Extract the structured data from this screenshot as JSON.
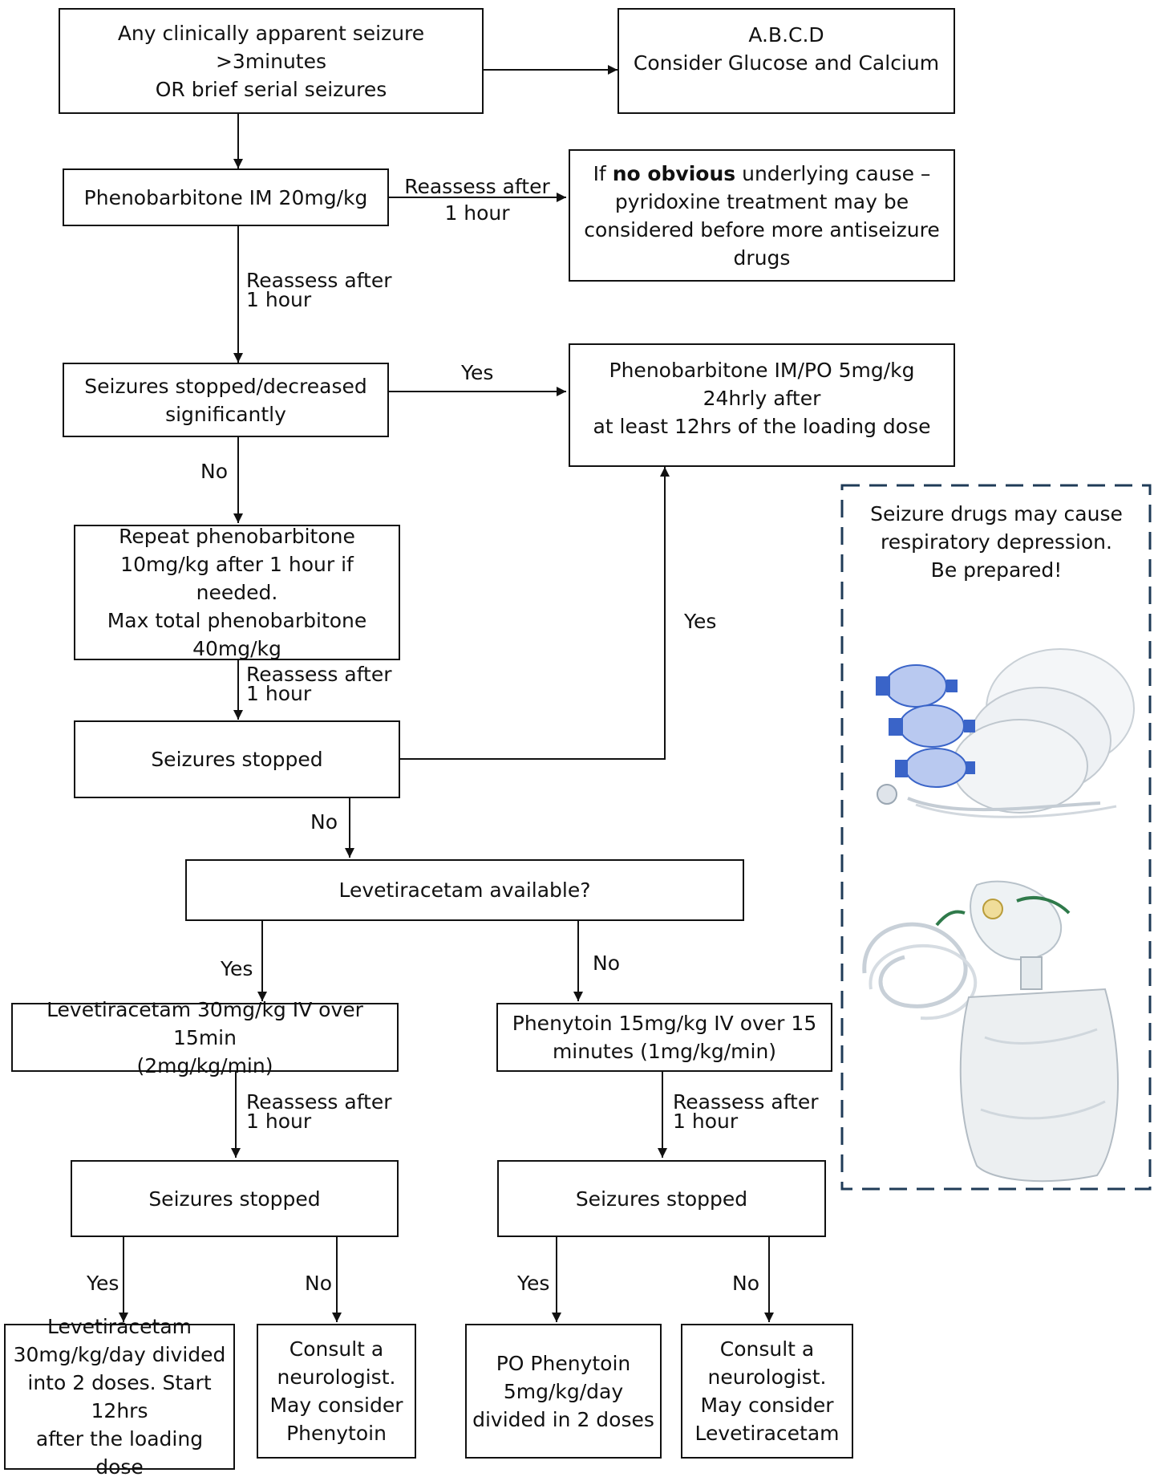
{
  "colors": {
    "line": "#111111",
    "warning_border": "#1f3b57",
    "bag_blue": "#3a64c8"
  },
  "boxes": {
    "start": [
      "Any clinically apparent seizure >3minutes",
      "OR brief serial seizures"
    ],
    "abcd": [
      "A.B.C.D",
      "Consider Glucose and Calcium"
    ],
    "pheno_im": [
      "Phenobarbitone IM 20mg/kg"
    ],
    "pyridoxine": {
      "pre": "If ",
      "bold": "no obvious",
      "post": " underlying cause –",
      "rest": [
        "pyridoxine treatment may be",
        "considered before more antiseizure",
        "drugs"
      ]
    },
    "stopped_decreased": [
      "Seizures stopped/decreased",
      "significantly"
    ],
    "maintenance": [
      "Phenobarbitone IM/PO 5mg/kg",
      "24hrly after",
      "at least 12hrs of the loading dose"
    ],
    "repeat_pheno": [
      "Repeat phenobarbitone",
      "10mg/kg after 1 hour if needed.",
      "Max total phenobarbitone",
      "40mg/kg"
    ],
    "stopped_1": [
      "Seizures stopped"
    ],
    "leve_available": [
      "Levetiracetam available?"
    ],
    "leve_iv": [
      "Levetiracetam 30mg/kg IV over 15min",
      "(2mg/kg/min)"
    ],
    "phenytoin_iv": [
      "Phenytoin 15mg/kg IV over 15",
      "minutes (1mg/kg/min)"
    ],
    "stopped_leve": [
      "Seizures stopped"
    ],
    "stopped_phenytoin": [
      "Seizures stopped"
    ],
    "leve_maint": [
      "Levetiracetam",
      "30mg/kg/day divided",
      "into 2 doses.  Start",
      "12hrs",
      "after the loading dose"
    ],
    "consult_1": [
      "Consult a",
      "neurologist.",
      "May consider",
      "Phenytoin"
    ],
    "po_phenytoin": [
      "PO Phenytoin",
      "5mg/kg/day",
      "divided in 2 doses"
    ],
    "consult_2": [
      "Consult a",
      "neurologist.",
      "May consider",
      "Levetiracetam"
    ]
  },
  "edge_labels": {
    "reassess_right": [
      "Reassess after",
      "1 hour"
    ],
    "reassess_down_1": [
      "Reassess after",
      "1 hour"
    ],
    "yes_maintenance": "Yes",
    "no_repeat": "No",
    "reassess_down_2": [
      "Reassess after",
      "1 hour"
    ],
    "yes_from_stopped": "Yes",
    "no_to_leve": "No",
    "yes_leve": "Yes",
    "no_leve": "No",
    "reassess_leve": [
      "Reassess after",
      "1 hour"
    ],
    "reassess_phenytoin": [
      "Reassess after",
      "1 hour"
    ],
    "yes_leve_maint": "Yes",
    "no_consult_1": "No",
    "yes_po_phenytoin": "Yes",
    "no_consult_2": "No"
  },
  "warning": {
    "text": [
      "Seizure drugs may cause",
      "respiratory depression.",
      "Be prepared!"
    ],
    "images": [
      "bag-valve-mask-set",
      "oxygen-reservoir-mask"
    ]
  }
}
